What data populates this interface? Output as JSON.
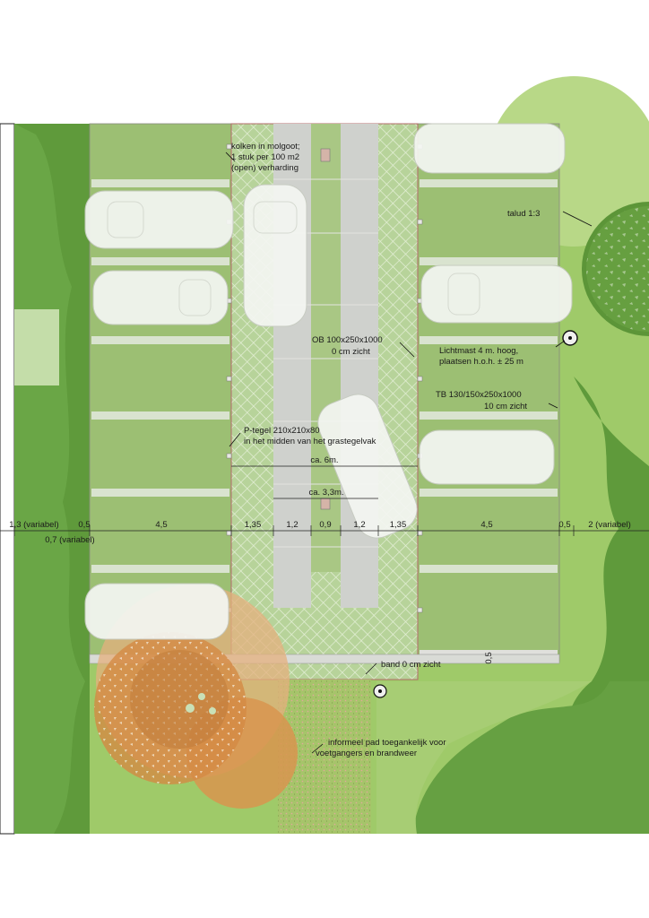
{
  "annotations": {
    "kolken_1": "kolken in molgoot;",
    "kolken_2": "1 stuk per 100 m2",
    "kolken_3": "(open) verharding",
    "talud": "talud 1:3",
    "ob_1": "OB 100x250x1000",
    "ob_2": "0 cm zicht",
    "licht_1": "Lichtmast 4 m. hoog,",
    "licht_2": "plaatsen h.o.h. ± 25 m",
    "tb_1": "TB 130/150x250x1000",
    "tb_2": "10 cm zicht",
    "ptegel_1": "P-tegel 210x210x80",
    "ptegel_2": "in het midden van het grastegelvak",
    "band": "band 0 cm zicht",
    "pad_1": "informeel pad toegankelijk voor",
    "pad_2": "voetgangers en brandweer",
    "ca6": "ca. 6m.",
    "ca33": "ca. 3,3m."
  },
  "dimensions": {
    "d1": "1,3 (variabel)",
    "d2": "0,5",
    "d3": "4,5",
    "d4": "1,35",
    "d5": "1,2",
    "d6": "0,9",
    "d7": "1,2",
    "d8": "1,35",
    "d9": "4,5",
    "d10": "0,5",
    "d11": "2 (variabel)",
    "d12": "0,7 (variabel)",
    "d13": "0,5"
  },
  "colors": {
    "grass_dark": "#5e9a3a",
    "grass_light": "#a9cf72",
    "parking_bay": "#9cbf73",
    "grass_tile": "#b9d49a",
    "road": "#d0d2ce",
    "road_dark": "#bcbfbb",
    "tree_orange": "#d88f45",
    "car": "#f4f6f2"
  }
}
